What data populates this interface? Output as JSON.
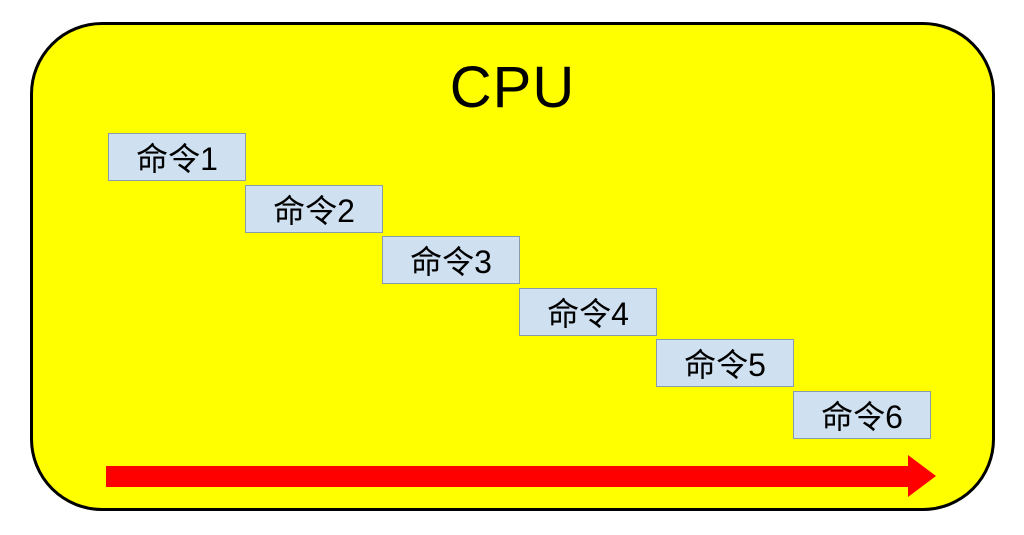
{
  "title": "CPU",
  "instructions": [
    {
      "label": "命令1"
    },
    {
      "label": "命令2"
    },
    {
      "label": "命令3"
    },
    {
      "label": "命令4"
    },
    {
      "label": "命令5"
    },
    {
      "label": "命令6"
    }
  ],
  "icons": {
    "time_arrow": "right-arrow"
  },
  "colors": {
    "background": "#ffff00",
    "frame_border": "#000000",
    "box_fill": "#cfe0f0",
    "box_border": "#8a9cab",
    "arrow": "#fe0000",
    "text": "#000000",
    "page_bg": "#ffffff"
  }
}
